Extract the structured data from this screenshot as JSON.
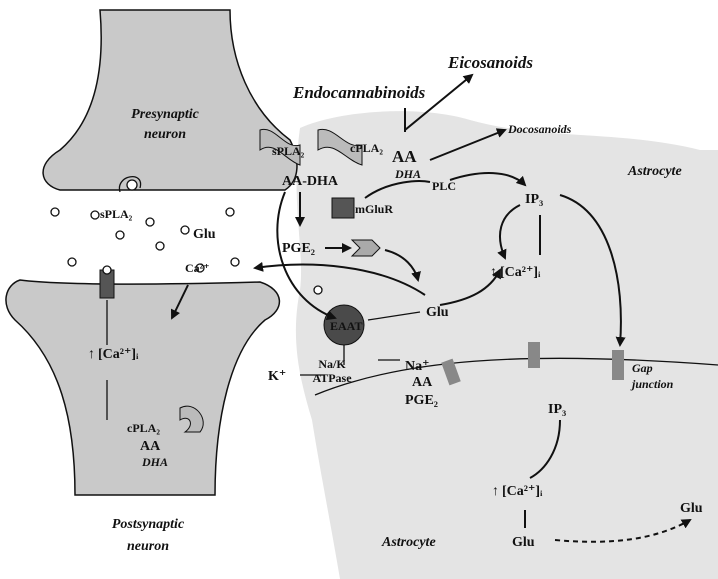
{
  "labels": {
    "presynaptic": "Presynaptic\nneuron",
    "postsynaptic": "Postsynaptic\nneuron",
    "astrocyte_top": "Astrocyte",
    "astrocyte_bottom": "Astrocyte",
    "eicosanoids": "Eicosanoids",
    "endocannabinoids": "Endocannabinoids",
    "docosanoids": "Docosanoids",
    "spla2_top": "sPLA₂",
    "cpla2_top": "cPLA₂",
    "aa_top": "AA",
    "dha_top": "DHA",
    "aa_dha": "AA-DHA",
    "plc": "PLC",
    "ip3_top": "IP₃",
    "mglur": "mGluR",
    "spla2_cleft": "sPLA₂",
    "glu_cleft": "Glu",
    "ca_cleft": "Ca²⁺",
    "pge2_mid": "PGE₂",
    "ca_astro": "[Ca²⁺]ᵢ",
    "glu_astro": "Glu",
    "eaat": "EAAT",
    "na_k_atpase": "Na/K\nATPase",
    "k_ion": "K⁺",
    "na_ion": "Na⁺",
    "aa_mid": "AA",
    "pge2_low": "PGE₂",
    "gap_junction": "Gap\njunction",
    "ip3_low": "IP₃",
    "ca_post": "[Ca²⁺]ᵢ",
    "cpla2_post": "cPLA₂",
    "aa_post": "AA",
    "dha_post": "DHA",
    "ca_low": "[Ca²⁺]ᵢ",
    "glu_low": "Glu",
    "glu_out": "Glu"
  },
  "colors": {
    "neuron_fill": "#c9c9c9",
    "astro_fill": "#e4e4e4",
    "receptor": "#555555",
    "eaat_fill": "#4a4a4a"
  }
}
